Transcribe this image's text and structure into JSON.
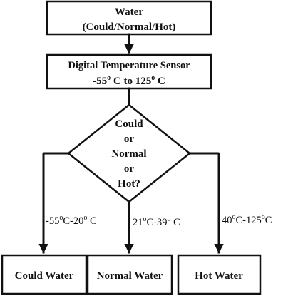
{
  "diagram": {
    "top_box": {
      "line1": "Water",
      "line2": "(Could/Normal/Hot)"
    },
    "sensor_box": {
      "line1": "Digital Temperature Sensor",
      "line2_pre": "-55",
      "line2_sup1": "o",
      "line2_mid": " C to 125",
      "line2_sup2": "o",
      "line2_post": " C"
    },
    "decision": {
      "line1": "Could",
      "line2": "or",
      "line3": "Normal",
      "line4": "or",
      "line5": "Hot?"
    },
    "branches": {
      "left": {
        "pre": "-55",
        "sup1": "o",
        "mid": "C-20",
        "sup2": "o",
        "post": " C"
      },
      "center": {
        "pre": "21",
        "sup1": "o",
        "mid": "C-39",
        "sup2": "o",
        "post": " C"
      },
      "right": {
        "pre": "40",
        "sup1": "o",
        "mid": "C-125",
        "sup2": "o",
        "post": "C"
      }
    },
    "outputs": {
      "left": "Could Water",
      "center": "Normal Water",
      "right": "Hot Water"
    }
  }
}
